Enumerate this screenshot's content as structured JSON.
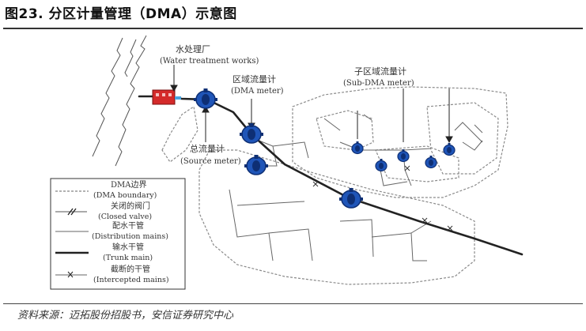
{
  "figure": {
    "title": "图23. 分区计量管理（DMA）示意图",
    "source": "资料来源：迈拓股份招股书，安信证券研究中心"
  },
  "labels": {
    "water_works_cn": "水处理厂",
    "water_works_en": "(Water treatment works)",
    "dma_meter_cn": "区域流量计",
    "dma_meter_en": "(DMA meter)",
    "sub_dma_meter_cn": "子区域流量计",
    "sub_dma_meter_en": "(Sub-DMA meter)",
    "source_meter_cn": "总流量计",
    "source_meter_en": "(Source meter)"
  },
  "legend": [
    {
      "cn": "DMA边界",
      "en": "(DMA boundary)",
      "style": "dashed"
    },
    {
      "cn": "关闭的阀门",
      "en": "(Closed valve)",
      "style": "valve"
    },
    {
      "cn": "配水干管",
      "en": "(Distribution mains)",
      "style": "thin"
    },
    {
      "cn": "输水干管",
      "en": "(Trunk main)",
      "style": "thick"
    },
    {
      "cn": "截断的干管",
      "en": "(Intercepted mains)",
      "style": "crossed"
    }
  ],
  "colors": {
    "meter": "#1f55b8",
    "meter_dark": "#0e2f74",
    "plant": "#d42a2a",
    "line": "#333333",
    "boundary": "#8a8a8a"
  }
}
